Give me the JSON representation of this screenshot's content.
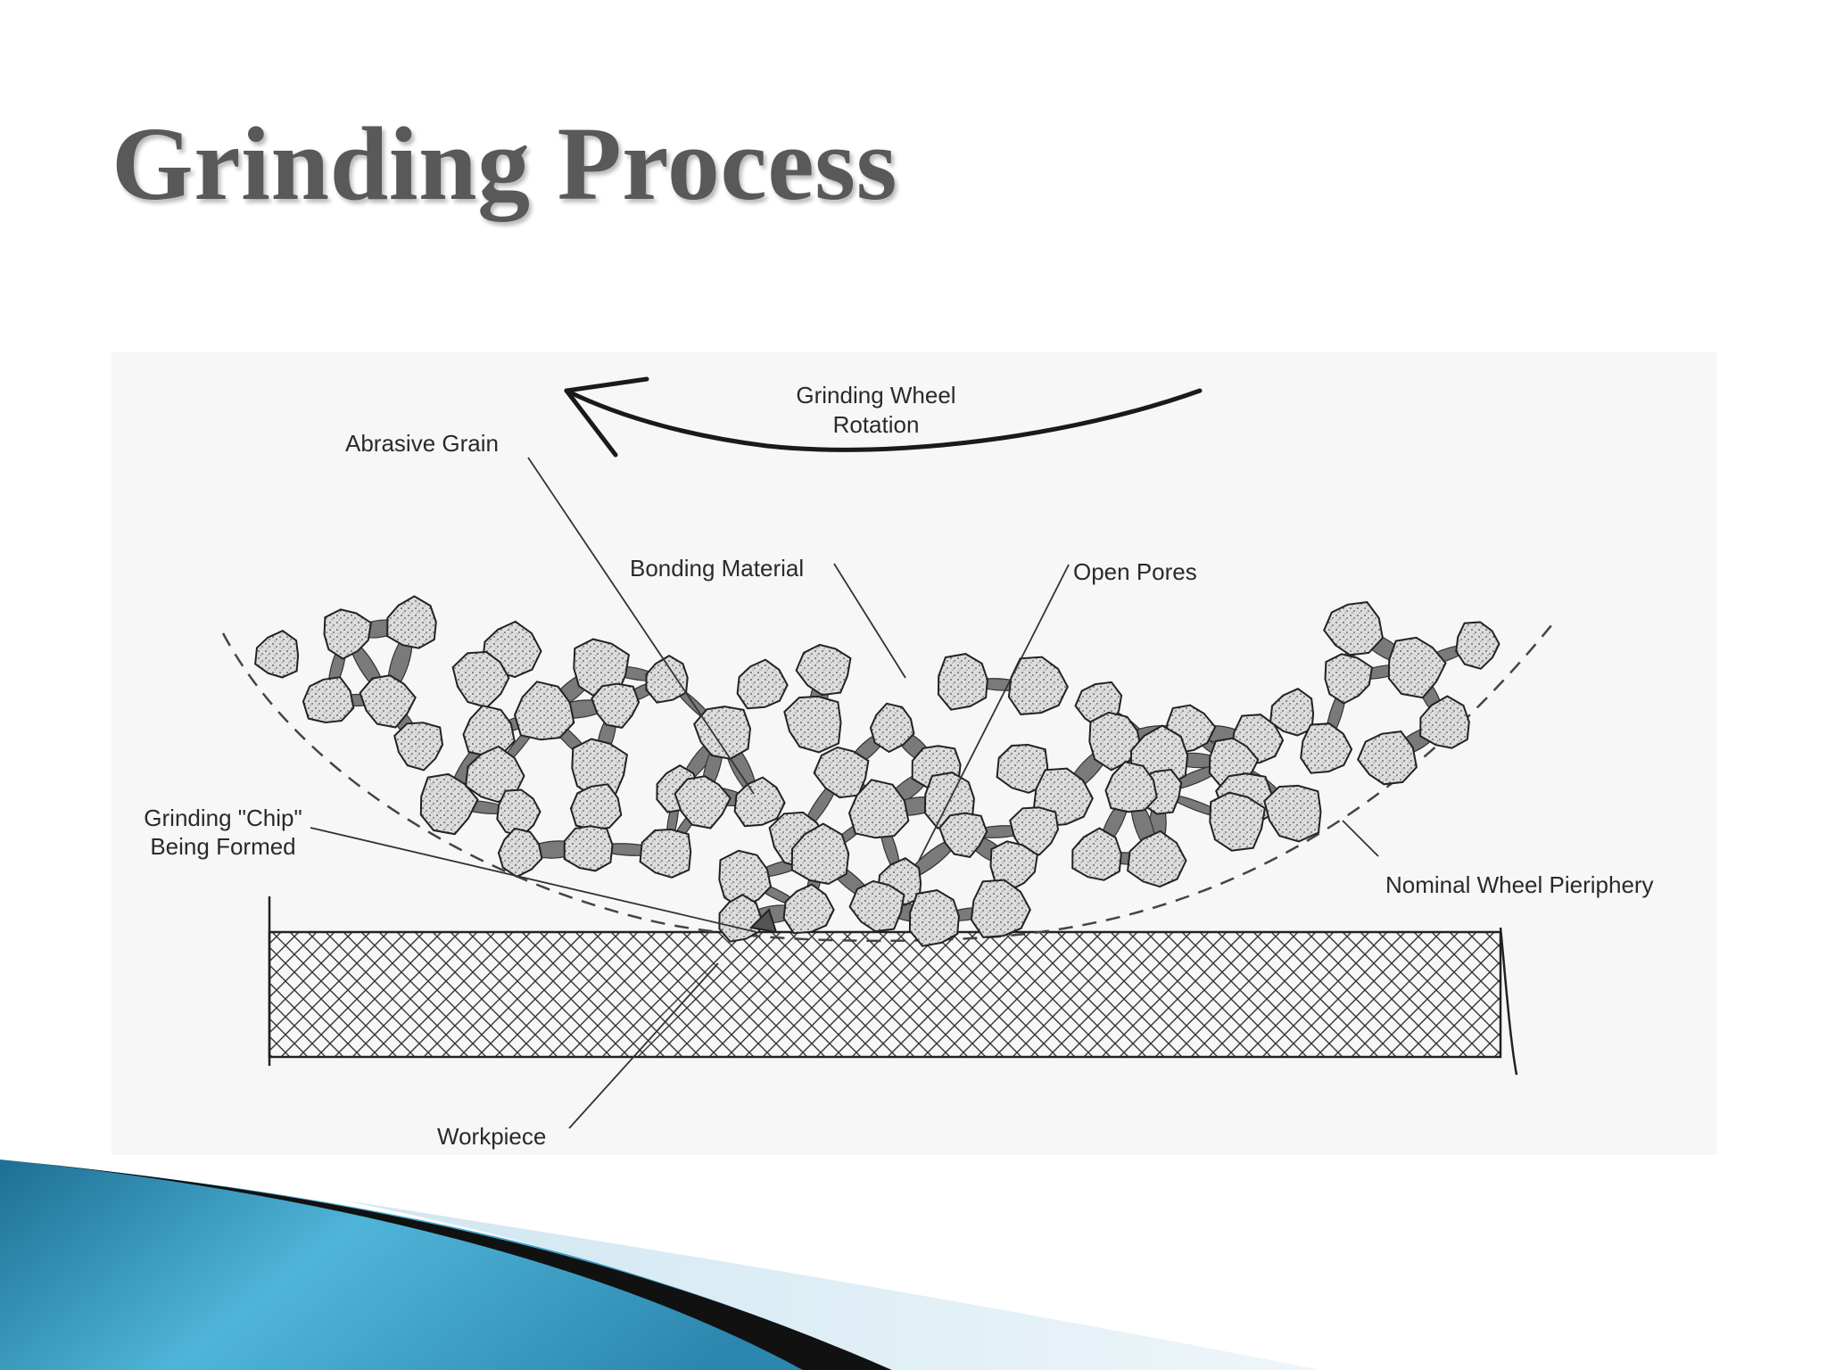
{
  "slide": {
    "title": "Grinding Process"
  },
  "diagram": {
    "labels": {
      "rotation_line1": "Grinding Wheel",
      "rotation_line2": "Rotation",
      "abrasive_grain": "Abrasive Grain",
      "bonding_material": "Bonding Material",
      "open_pores": "Open Pores",
      "chip_line1": "Grinding \"Chip\"",
      "chip_line2": "Being Formed",
      "nominal_periphery": "Nominal Wheel Pieriphery",
      "workpiece": "Workpiece"
    }
  },
  "colors": {
    "title": "#595959",
    "grain_fill": "#d0d0d0",
    "bond_fill": "#7a7a7a",
    "line": "#2a2a2a",
    "banner_blue": "#2f93b8",
    "banner_light": "#cfe6f1",
    "banner_dark": "#111111"
  }
}
